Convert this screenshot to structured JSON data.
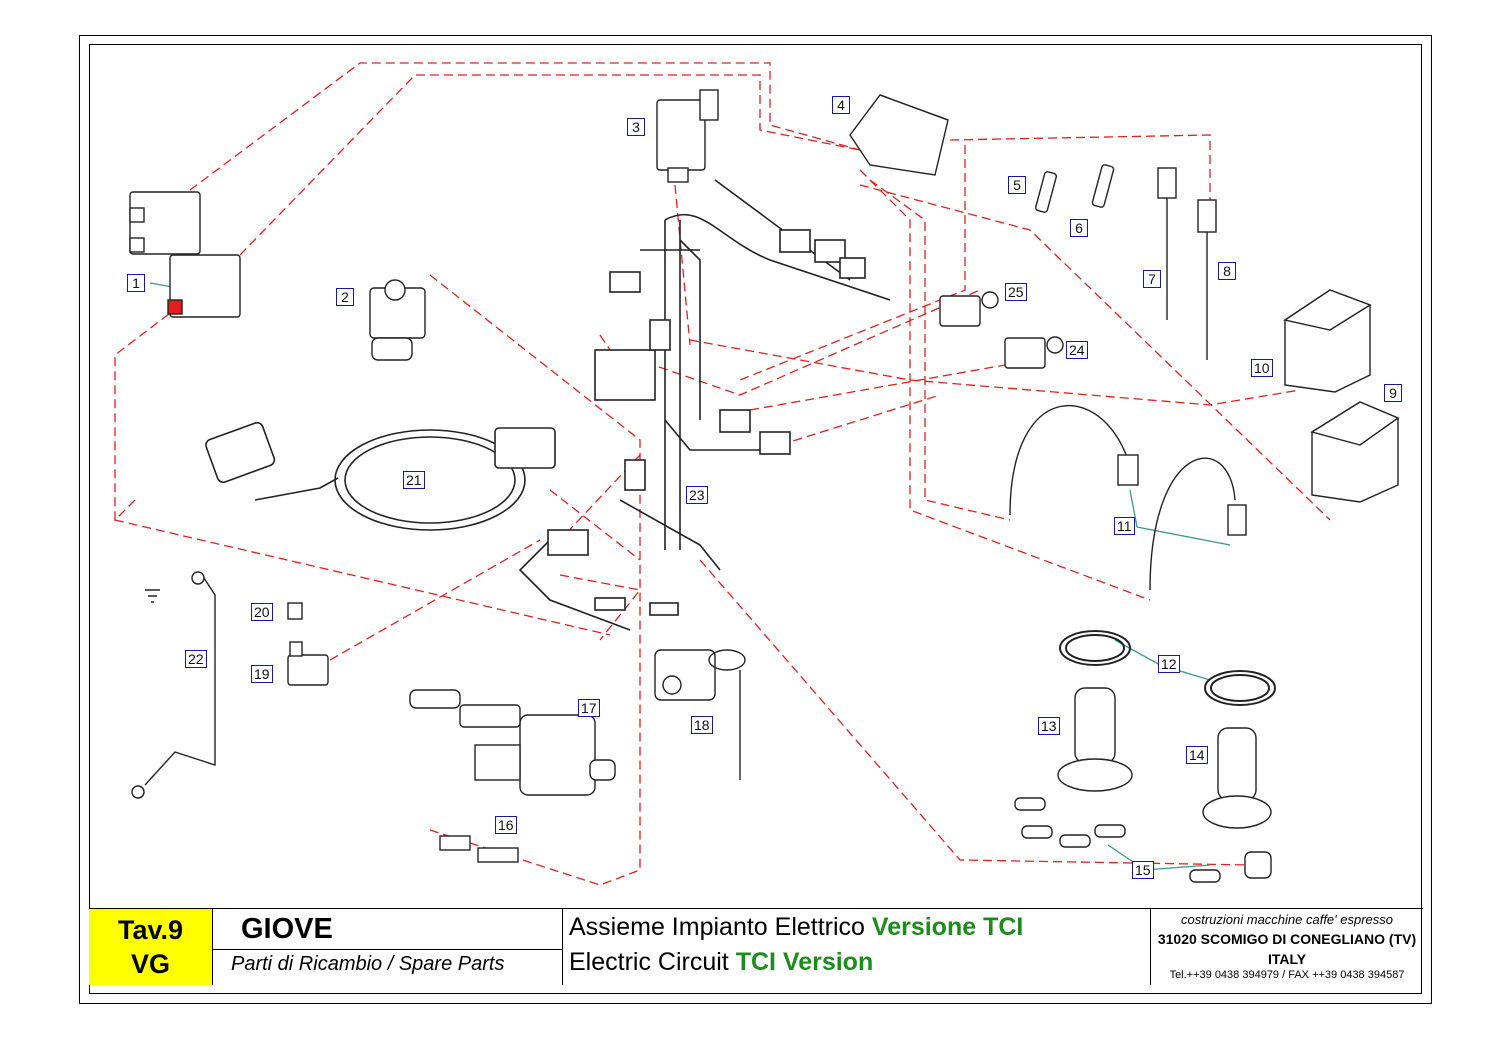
{
  "callouts": [
    "1",
    "2",
    "3",
    "4",
    "5",
    "6",
    "7",
    "8",
    "9",
    "10",
    "11",
    "12",
    "13",
    "14",
    "15",
    "16",
    "17",
    "18",
    "19",
    "20",
    "21",
    "22",
    "23",
    "24",
    "25"
  ],
  "title_block": {
    "sheet_id_line1": "Tav.9",
    "sheet_id_line2": "VG",
    "model": "GIOVE",
    "subtitle": "Parti di Ricambio / Spare Parts",
    "desc_it_prefix": "Assieme Impianto Elettrico ",
    "desc_it_highlight": "Versione TCI",
    "desc_en_prefix": "Electric Circuit ",
    "desc_en_highlight": "TCI Version",
    "company_line1": "costruzioni macchine caffe' espresso",
    "company_line2": "31020 SCOMIGO DI CONEGLIANO (TV)",
    "company_line3": "ITALY",
    "company_line4": "Tel.++39 0438 394979 / FAX ++39 0438 394587"
  },
  "colors": {
    "leader_lines": "#e02020",
    "callout_border": "#1a1a99",
    "sheet_id_background": "#ffff00",
    "highlight_text": "#1c8c1c",
    "pointer_lines": "#3a9a8a"
  }
}
